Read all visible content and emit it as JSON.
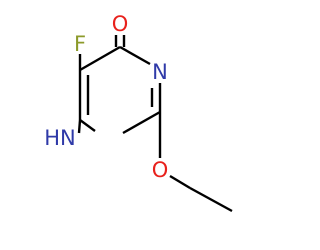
{
  "molecule": {
    "atoms": {
      "fluorine": {
        "label": "F",
        "color": "#8c9a2a"
      },
      "carbonyl_oxygen": {
        "label": "O",
        "color": "#e8211c"
      },
      "ring_nitrogen": {
        "label": "N",
        "color": "#2f3aa8"
      },
      "nh_nitrogen": {
        "label": "HN",
        "color": "#2f3aa8"
      },
      "ether_oxygen": {
        "label": "O",
        "color": "#e8211c"
      }
    },
    "bond_color": "#000000"
  }
}
